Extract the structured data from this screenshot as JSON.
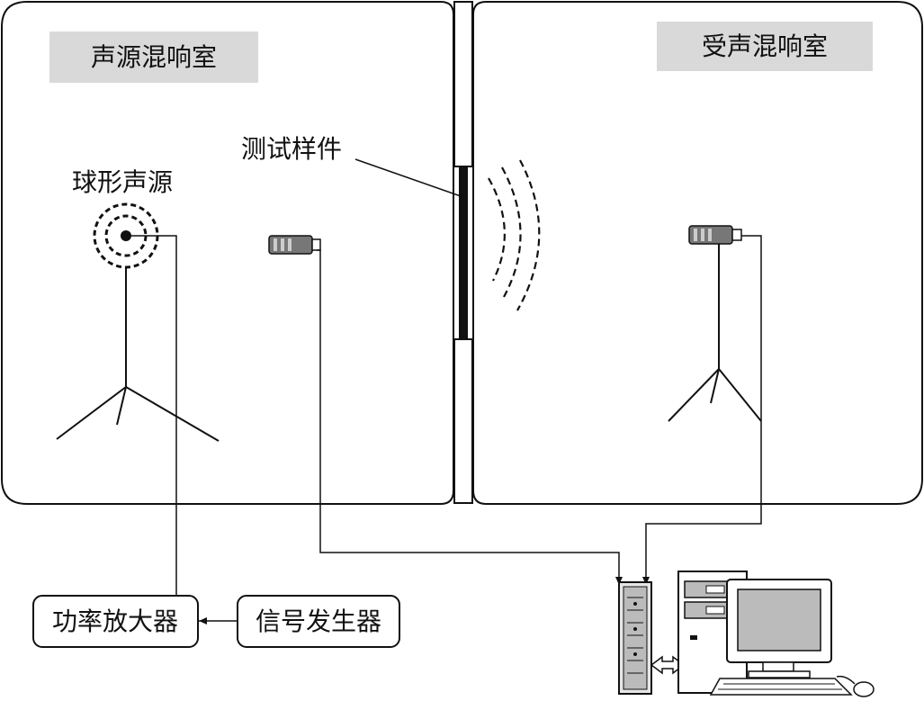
{
  "rooms": {
    "source_room": "声源混响室",
    "receiving_room": "受声混响室"
  },
  "labels": {
    "test_specimen": "测试样件",
    "spherical_source": "球形声源"
  },
  "equipment": {
    "power_amplifier": "功率放大器",
    "signal_generator": "信号发生器"
  },
  "colors": {
    "line": "#111111",
    "label_bg": "#d9d9d9",
    "panel_bg": "#ffffff"
  },
  "icons": {
    "source": "dashed-concentric-circles-icon",
    "microphone": "microphone-icon",
    "tripod": "tripod-icon",
    "sound_wave": "dashed-arc-wave-icon",
    "daq": "data-acquisition-rack-icon",
    "computer": "desktop-computer-icon"
  }
}
